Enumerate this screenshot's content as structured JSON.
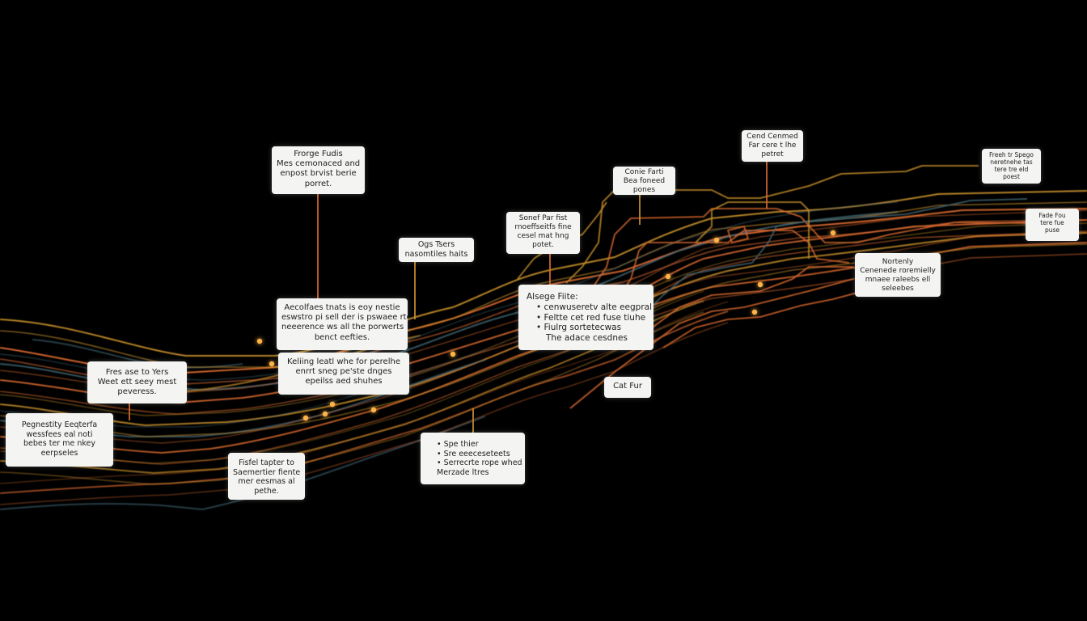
{
  "colors": {
    "background": "#000000",
    "wire_orange": "#d8692f",
    "wire_gold": "#c8902c",
    "wire_teal": "#3e6470",
    "node_glow": "#ffb347",
    "label_fill": "#f4f4f2"
  },
  "labels": [
    {
      "id": "a",
      "lines": [
        "Frorge Fudis",
        "Mes cemonaced and",
        "enpost brvist berie",
        "porret."
      ]
    },
    {
      "id": "b",
      "lines": [
        "Ogs Tsers",
        "nasomtiles haits"
      ]
    },
    {
      "id": "c",
      "lines": [
        "Conie Farti",
        "Bea foneed",
        "pones"
      ]
    },
    {
      "id": "d",
      "lines": [
        "Cend Cenmed",
        "Far cere t lhe",
        "petret"
      ]
    },
    {
      "id": "e",
      "lines": [
        "Freeh tr Spego",
        "neretnehe tas",
        "tere tre eld",
        "poest"
      ]
    },
    {
      "id": "f",
      "lines": [
        "Fade Fou",
        "tere fue",
        "puse"
      ]
    },
    {
      "id": "g",
      "lines": [
        "Sonef Par fist",
        "rnoeffseitfs fine",
        "cesel mat hng",
        "potet."
      ]
    },
    {
      "id": "h",
      "lines": [
        "Aecolfaes tnats is eoy nestie",
        "eswstro pi sell der is pswaee rtd",
        "neeerence ws all the porwerts",
        "benct eefties."
      ]
    },
    {
      "id": "i",
      "title": "Alsege Fiite:",
      "items": [
        "cenwuseretv alte eegpral",
        "Feltte cet red fuse tiuhe",
        "Fiulrg sortetecwas"
      ],
      "tail": "The adace cesdnes"
    },
    {
      "id": "j",
      "lines": [
        "Nortenly",
        "Cenenede roremielly",
        "mnaee raleebs ell",
        "seleebes"
      ]
    },
    {
      "id": "k",
      "lines": [
        "Keliing leatl whe for perelhe",
        "enrrt sneg pe'ste dnges",
        "epeilss aed shuhes"
      ]
    },
    {
      "id": "l",
      "lines": [
        "Fres ase to Yers",
        "Weet ett seey mest",
        "peveress."
      ]
    },
    {
      "id": "m",
      "lines": [
        "Pegnestity Eeqterfa",
        "wessfees eal noti",
        "bebes ter me nkey",
        "eerpseles"
      ]
    },
    {
      "id": "n",
      "lines": [
        "Fisfel tapter to",
        "Saemertier fiente",
        "mer eesmas al",
        "pethe."
      ]
    },
    {
      "id": "o",
      "items": [
        "Spe thier",
        "Sre eeeceseteets",
        "Serrecrte rope whed"
      ],
      "tail": "Merzade ltres"
    },
    {
      "id": "p",
      "lines": [
        "Cat Fur"
      ]
    }
  ]
}
